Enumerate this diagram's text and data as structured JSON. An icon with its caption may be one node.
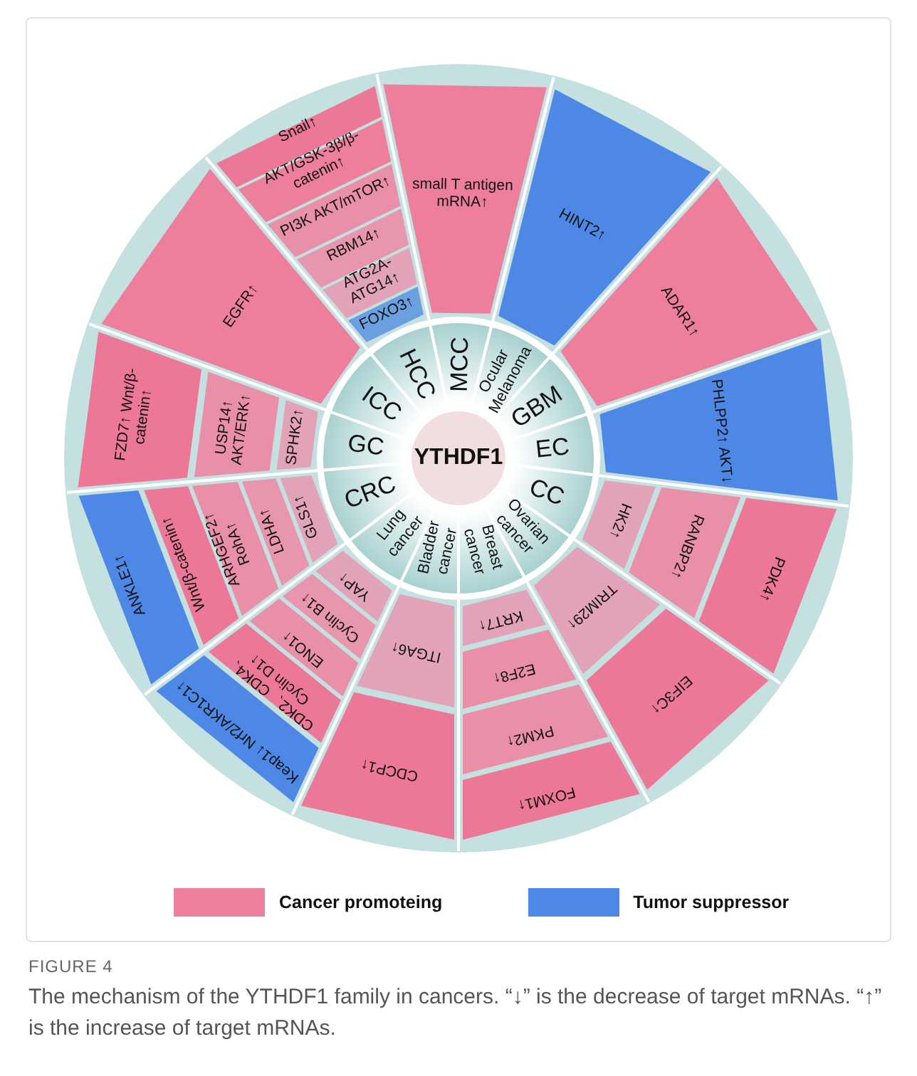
{
  "diagram": {
    "caption": "The mechanism of the YTHDF1 family in cancers. “↓” is the decrease of target mRNAs. “↑” is the increase of target mRNAs.",
    "nodes": [
      {
        "text": [
          "YTHDF1"
        ]
      },
      {
        "text": [
          "HCC"
        ]
      },
      {
        "text": [
          "MCC"
        ]
      },
      {
        "text": [
          "Ocular Melanoma"
        ]
      },
      {
        "text": [
          "GBM"
        ]
      },
      {
        "text": [
          "EC"
        ]
      },
      {
        "text": [
          "CC"
        ]
      },
      {
        "text": [
          "Ovarian cancer"
        ]
      },
      {
        "text": [
          "Breast cancer"
        ]
      },
      {
        "text": [
          "Bladder cancer"
        ]
      },
      {
        "text": [
          "Lung cancer"
        ]
      },
      {
        "text": [
          "CRC"
        ]
      },
      {
        "text": [
          "GC"
        ]
      },
      {
        "text": [
          "ICC"
        ]
      },
      {
        "text": [
          "Snail↑"
        ]
      },
      {
        "text": [
          "AKT/GSK-3β/β-catenin↑"
        ]
      },
      {
        "text": [
          "PI3K AKT/mTOR↑"
        ]
      },
      {
        "text": [
          "RBM14↑"
        ]
      },
      {
        "text": [
          "ATG2A-ATG14↑"
        ]
      },
      {
        "text": [
          "FOXO3↑"
        ]
      },
      {
        "text": [
          "small T antigen mRNA↑"
        ]
      },
      {
        "text": [
          "HINT2↑"
        ]
      },
      {
        "text": [
          "ADAR1↑"
        ]
      },
      {
        "text": [
          "PHLPP2↑ AKT↓"
        ]
      },
      {
        "text": [
          "HK2↑"
        ]
      },
      {
        "text": [
          "RANBP2↑"
        ]
      },
      {
        "text": [
          "PDK4↑"
        ]
      },
      {
        "text": [
          "TRIM29↑"
        ]
      },
      {
        "text": [
          "EIF3C↑"
        ]
      },
      {
        "text": [
          "KRT7↑"
        ]
      },
      {
        "text": [
          "E2F8↑"
        ]
      },
      {
        "text": [
          "PKM2↑"
        ]
      },
      {
        "text": [
          "FOXM1↑"
        ]
      },
      {
        "text": [
          "ITGA6↑"
        ]
      },
      {
        "text": [
          "CDCP1↑"
        ]
      },
      {
        "text": [
          "YAP↑"
        ]
      },
      {
        "text": [
          "Cyclin B1↑"
        ]
      },
      {
        "text": [
          "ENO1↑"
        ]
      },
      {
        "text": [
          "CDK2、CDK4、Cyclin D1↑"
        ]
      },
      {
        "text": [
          "Keap1↓ Nrf2/AKR1C1↑"
        ]
      },
      {
        "text": [
          "GLS1↑"
        ]
      },
      {
        "text": [
          "LDHA↑"
        ]
      },
      {
        "text": [
          "ARHGEF2↑ RohA↑"
        ]
      },
      {
        "text": [
          "Wnt/β-catenin↑"
        ]
      },
      {
        "text": [
          "ANKLE1↑"
        ]
      },
      {
        "text": [
          "SPHK2↑"
        ]
      },
      {
        "text": [
          "USP14↑ AKT/ERK↑"
        ]
      },
      {
        "text": [
          "FZD7↑ Wnt/β-catenin↑"
        ]
      },
      {
        "text": [
          "EGFR↑"
        ]
      }
    ],
    "labels": [
      "FIGURE 4"
    ],
    "legend": [
      {
        "text": "Cancer promoteing",
        "color": "#ee7f9c"
      },
      {
        "text": "Tumor suppressor",
        "color": "#4d88e6"
      }
    ]
  }
}
